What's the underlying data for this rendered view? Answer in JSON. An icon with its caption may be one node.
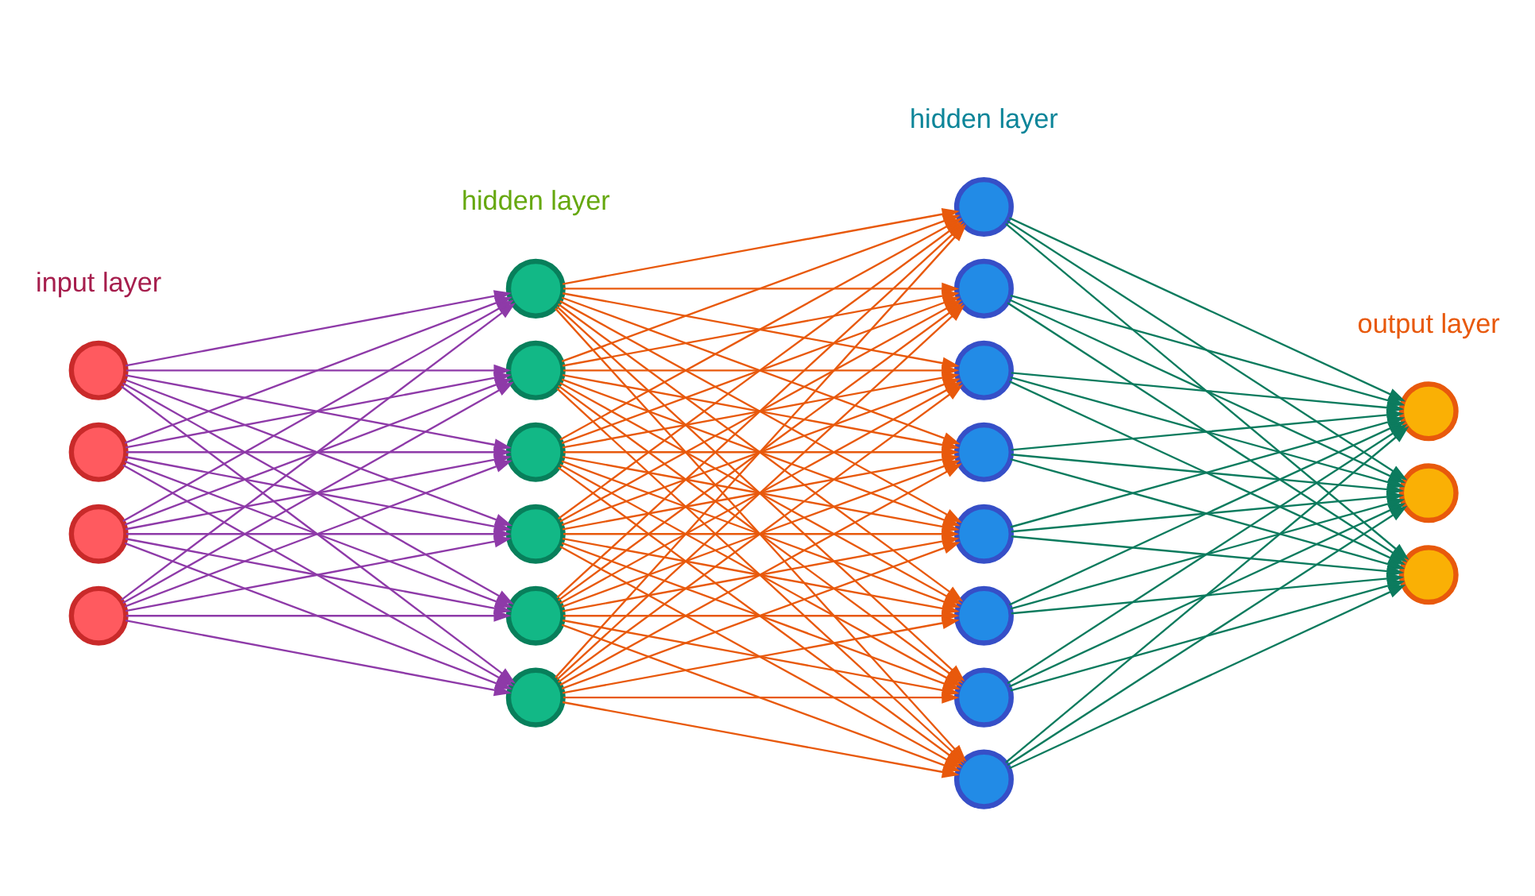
{
  "diagram": {
    "nodes": [
      {
        "text": [],
        "shape": "circle"
      },
      {
        "text": [],
        "shape": "circle"
      },
      {
        "text": [],
        "shape": "circle"
      },
      {
        "text": [],
        "shape": "circle"
      },
      {
        "text": [],
        "shape": "circle"
      },
      {
        "text": [],
        "shape": "circle"
      },
      {
        "text": [],
        "shape": "circle"
      },
      {
        "text": [],
        "shape": "circle"
      },
      {
        "text": [],
        "shape": "circle"
      },
      {
        "text": [],
        "shape": "circle"
      },
      {
        "text": [],
        "shape": "circle"
      },
      {
        "text": [],
        "shape": "circle"
      },
      {
        "text": [],
        "shape": "circle"
      },
      {
        "text": [],
        "shape": "circle"
      },
      {
        "text": [],
        "shape": "circle"
      },
      {
        "text": [],
        "shape": "circle"
      },
      {
        "text": [],
        "shape": "circle"
      },
      {
        "text": [],
        "shape": "circle"
      },
      {
        "text": [],
        "shape": "circle"
      },
      {
        "text": [],
        "shape": "circle"
      },
      {
        "text": [],
        "shape": "circle"
      }
    ],
    "edges": [
      {
        "from": 0,
        "to": 4,
        "arrow": "to",
        "color": "#8e3aa8"
      },
      {
        "from": 0,
        "to": 5,
        "arrow": "to",
        "color": "#8e3aa8"
      },
      {
        "from": 0,
        "to": 6,
        "arrow": "to",
        "color": "#8e3aa8"
      },
      {
        "from": 0,
        "to": 7,
        "arrow": "to",
        "color": "#8e3aa8"
      },
      {
        "from": 0,
        "to": 8,
        "arrow": "to",
        "color": "#8e3aa8"
      },
      {
        "from": 0,
        "to": 9,
        "arrow": "to",
        "color": "#8e3aa8"
      },
      {
        "from": 1,
        "to": 4,
        "arrow": "to",
        "color": "#8e3aa8"
      },
      {
        "from": 1,
        "to": 5,
        "arrow": "to",
        "color": "#8e3aa8"
      },
      {
        "from": 1,
        "to": 6,
        "arrow": "to",
        "color": "#8e3aa8"
      },
      {
        "from": 1,
        "to": 7,
        "arrow": "to",
        "color": "#8e3aa8"
      },
      {
        "from": 1,
        "to": 8,
        "arrow": "to",
        "color": "#8e3aa8"
      },
      {
        "from": 1,
        "to": 9,
        "arrow": "to",
        "color": "#8e3aa8"
      },
      {
        "from": 2,
        "to": 4,
        "arrow": "to",
        "color": "#8e3aa8"
      },
      {
        "from": 2,
        "to": 5,
        "arrow": "to",
        "color": "#8e3aa8"
      },
      {
        "from": 2,
        "to": 6,
        "arrow": "to",
        "color": "#8e3aa8"
      },
      {
        "from": 2,
        "to": 7,
        "arrow": "to",
        "color": "#8e3aa8"
      },
      {
        "from": 2,
        "to": 8,
        "arrow": "to",
        "color": "#8e3aa8"
      },
      {
        "from": 2,
        "to": 9,
        "arrow": "to",
        "color": "#8e3aa8"
      },
      {
        "from": 3,
        "to": 4,
        "arrow": "to",
        "color": "#8e3aa8"
      },
      {
        "from": 3,
        "to": 5,
        "arrow": "to",
        "color": "#8e3aa8"
      },
      {
        "from": 3,
        "to": 6,
        "arrow": "to",
        "color": "#8e3aa8"
      },
      {
        "from": 3,
        "to": 7,
        "arrow": "to",
        "color": "#8e3aa8"
      },
      {
        "from": 3,
        "to": 8,
        "arrow": "to",
        "color": "#8e3aa8"
      },
      {
        "from": 3,
        "to": 9,
        "arrow": "to",
        "color": "#8e3aa8"
      },
      {
        "from": 4,
        "to": 10,
        "arrow": "to"
      },
      {
        "from": 4,
        "to": 11,
        "arrow": "to"
      },
      {
        "from": 4,
        "to": 12,
        "arrow": "to"
      },
      {
        "from": 4,
        "to": 13,
        "arrow": "to"
      },
      {
        "from": 4,
        "to": 14,
        "arrow": "to"
      },
      {
        "from": 4,
        "to": 15,
        "arrow": "to"
      },
      {
        "from": 4,
        "to": 16,
        "arrow": "to"
      },
      {
        "from": 4,
        "to": 17,
        "arrow": "to"
      },
      {
        "from": 5,
        "to": 10,
        "arrow": "to"
      },
      {
        "from": 5,
        "to": 11,
        "arrow": "to"
      },
      {
        "from": 5,
        "to": 12,
        "arrow": "to"
      },
      {
        "from": 5,
        "to": 13,
        "arrow": "to"
      },
      {
        "from": 5,
        "to": 14,
        "arrow": "to"
      },
      {
        "from": 5,
        "to": 15,
        "arrow": "to"
      },
      {
        "from": 5,
        "to": 16,
        "arrow": "to"
      },
      {
        "from": 5,
        "to": 17,
        "arrow": "to"
      },
      {
        "from": 6,
        "to": 10,
        "arrow": "to"
      },
      {
        "from": 6,
        "to": 11,
        "arrow": "to"
      },
      {
        "from": 6,
        "to": 12,
        "arrow": "to"
      },
      {
        "from": 6,
        "to": 13,
        "arrow": "to"
      },
      {
        "from": 6,
        "to": 14,
        "arrow": "to"
      },
      {
        "from": 6,
        "to": 15,
        "arrow": "to"
      },
      {
        "from": 6,
        "to": 16,
        "arrow": "to"
      },
      {
        "from": 6,
        "to": 17,
        "arrow": "to"
      },
      {
        "from": 7,
        "to": 10,
        "arrow": "to"
      },
      {
        "from": 7,
        "to": 11,
        "arrow": "to"
      },
      {
        "from": 7,
        "to": 12,
        "arrow": "to"
      },
      {
        "from": 7,
        "to": 13,
        "arrow": "to"
      },
      {
        "from": 7,
        "to": 14,
        "arrow": "to"
      },
      {
        "from": 7,
        "to": 15,
        "arrow": "to"
      },
      {
        "from": 7,
        "to": 16,
        "arrow": "to"
      },
      {
        "from": 7,
        "to": 17,
        "arrow": "to"
      },
      {
        "from": 8,
        "to": 10,
        "arrow": "to"
      },
      {
        "from": 8,
        "to": 11,
        "arrow": "to"
      },
      {
        "from": 8,
        "to": 12,
        "arrow": "to"
      },
      {
        "from": 8,
        "to": 13,
        "arrow": "to"
      },
      {
        "from": 8,
        "to": 14,
        "arrow": "to"
      },
      {
        "from": 8,
        "to": 15,
        "arrow": "to"
      },
      {
        "from": 8,
        "to": 16,
        "arrow": "to"
      },
      {
        "from": 8,
        "to": 17,
        "arrow": "to"
      },
      {
        "from": 9,
        "to": 10,
        "arrow": "to"
      },
      {
        "from": 9,
        "to": 11,
        "arrow": "to"
      },
      {
        "from": 9,
        "to": 12,
        "arrow": "to"
      },
      {
        "from": 9,
        "to": 13,
        "arrow": "to"
      },
      {
        "from": 9,
        "to": 14,
        "arrow": "to"
      },
      {
        "from": 9,
        "to": 15,
        "arrow": "to"
      },
      {
        "from": 9,
        "to": 16,
        "arrow": "to"
      },
      {
        "from": 9,
        "to": 17,
        "arrow": "to"
      },
      {
        "from": 10,
        "to": 18,
        "arrow": "to",
        "color": "#0c7b5e"
      },
      {
        "from": 10,
        "to": 19,
        "arrow": "to",
        "color": "#0c7b5e"
      },
      {
        "from": 10,
        "to": 20,
        "arrow": "to",
        "color": "#0c7b5e"
      },
      {
        "from": 11,
        "to": 18,
        "arrow": "to",
        "color": "#0c7b5e"
      },
      {
        "from": 11,
        "to": 19,
        "arrow": "to",
        "color": "#0c7b5e"
      },
      {
        "from": 11,
        "to": 20,
        "arrow": "to",
        "color": "#0c7b5e"
      },
      {
        "from": 12,
        "to": 18,
        "arrow": "to",
        "color": "#0c7b5e"
      },
      {
        "from": 12,
        "to": 19,
        "arrow": "to",
        "color": "#0c7b5e"
      },
      {
        "from": 12,
        "to": 20,
        "arrow": "to",
        "color": "#0c7b5e"
      },
      {
        "from": 13,
        "to": 18,
        "arrow": "to",
        "color": "#0c7b5e"
      },
      {
        "from": 13,
        "to": 19,
        "arrow": "to",
        "color": "#0c7b5e"
      },
      {
        "from": 13,
        "to": 20,
        "arrow": "to",
        "color": "#0c7b5e"
      },
      {
        "from": 14,
        "to": 18,
        "arrow": "to",
        "color": "#0c7b5e"
      },
      {
        "from": 14,
        "to": 19,
        "arrow": "to",
        "color": "#0c7b5e"
      },
      {
        "from": 14,
        "to": 20,
        "arrow": "to",
        "color": "#0c7b5e"
      },
      {
        "from": 15,
        "to": 18,
        "arrow": "to",
        "color": "#0c7b5e"
      },
      {
        "from": 15,
        "to": 19,
        "arrow": "to",
        "color": "#0c7b5e"
      },
      {
        "from": 15,
        "to": 20,
        "arrow": "to",
        "color": "#0c7b5e"
      },
      {
        "from": 16,
        "to": 18,
        "arrow": "to",
        "color": "#0c7b5e"
      },
      {
        "from": 16,
        "to": 19,
        "arrow": "to",
        "color": "#0c7b5e"
      },
      {
        "from": 16,
        "to": 20,
        "arrow": "to",
        "color": "#0c7b5e"
      },
      {
        "from": 17,
        "to": 18,
        "arrow": "to",
        "color": "#0c7b5e"
      },
      {
        "from": 17,
        "to": 19,
        "arrow": "to",
        "color": "#0c7b5e"
      },
      {
        "from": 17,
        "to": 20,
        "arrow": "to",
        "color": "#0c7b5e"
      }
    ],
    "labels": [
      "input layer",
      "hidden layer",
      "hidden layer",
      "output layer"
    ]
  }
}
